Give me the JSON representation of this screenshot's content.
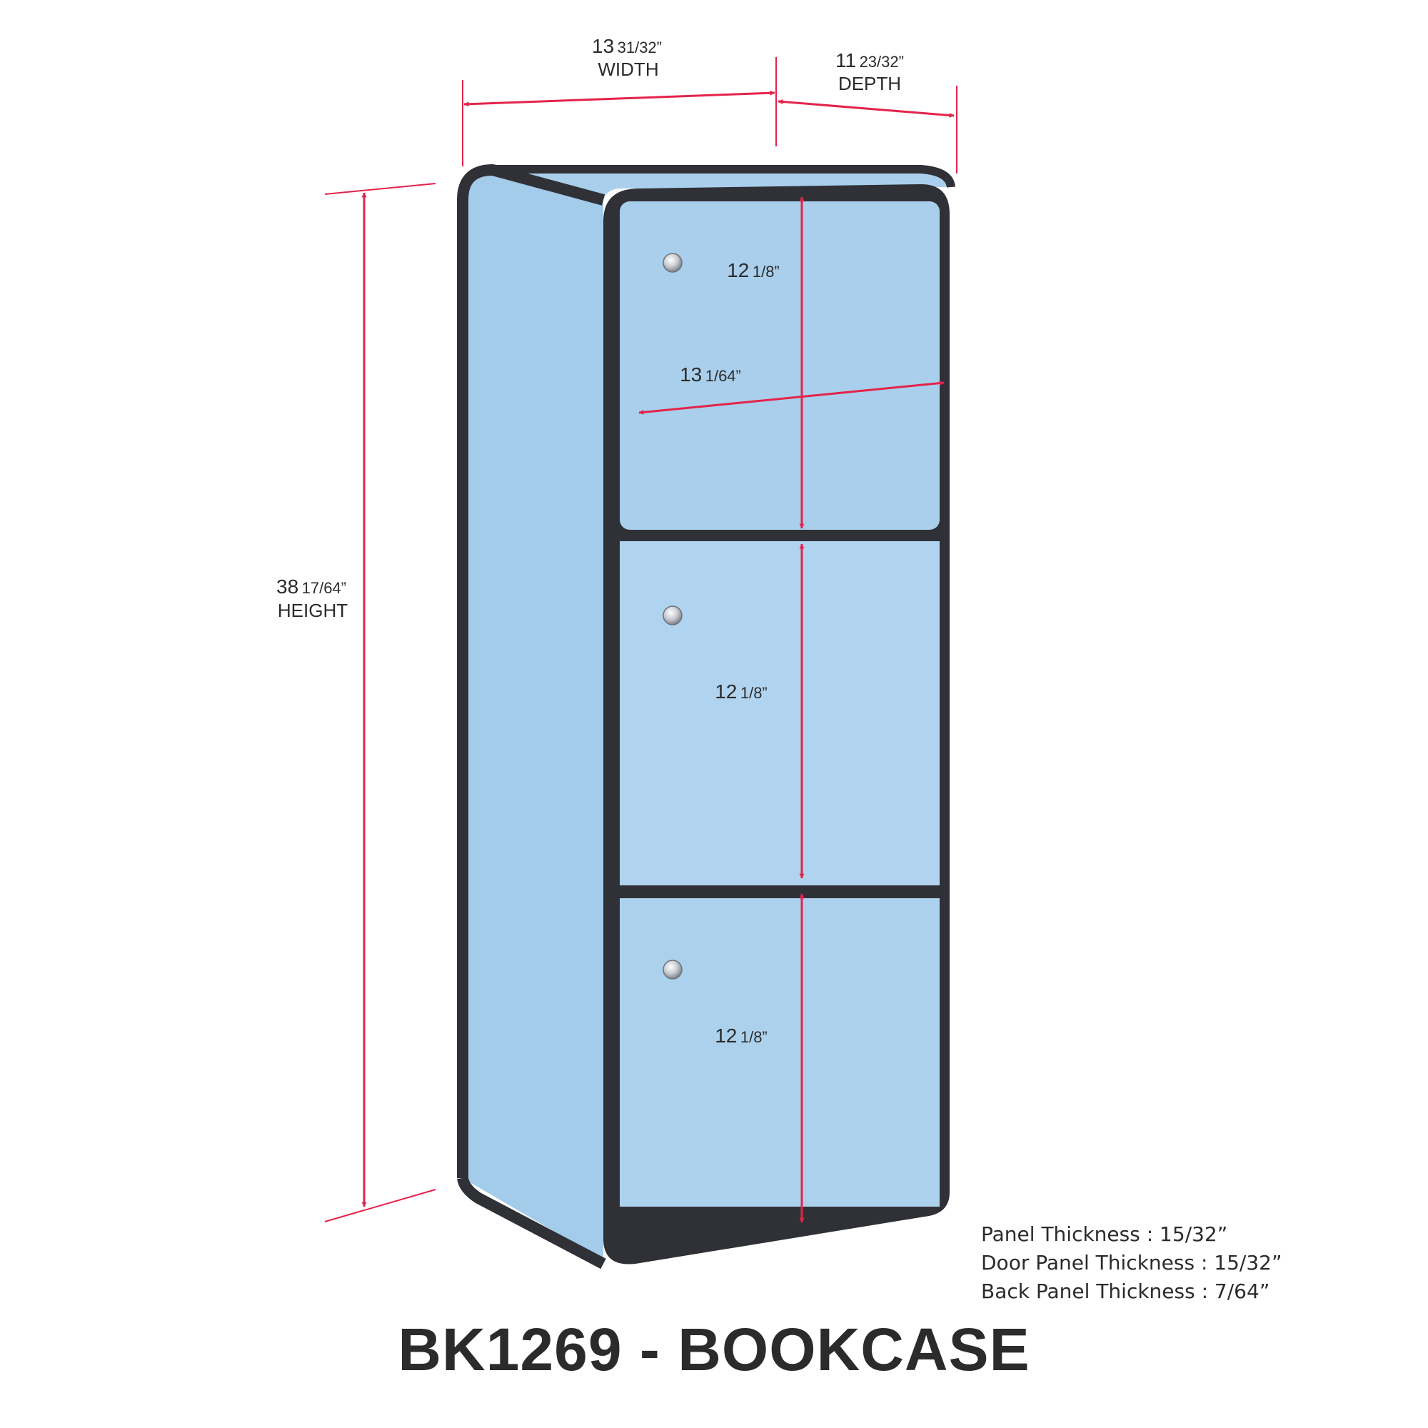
{
  "colors": {
    "panel_blue": "#a9cfec",
    "panel_blue_light": "#b7daf3",
    "frame": "#2f3137",
    "dimension_red": "#e4234a",
    "text": "#2b2b2b"
  },
  "dimensions": {
    "width": {
      "value": "13",
      "fraction": "31/32”",
      "word": "WIDTH"
    },
    "depth": {
      "value": "11",
      "fraction": "23/32”",
      "word": "DEPTH"
    },
    "height": {
      "value": "38",
      "fraction": "17/64”",
      "word": "HEIGHT"
    },
    "inner_width": {
      "value": "13",
      "fraction": "1/64”"
    },
    "compartments": [
      {
        "value": "12",
        "fraction": "1/8”"
      },
      {
        "value": "12",
        "fraction": "1/8”"
      },
      {
        "value": "12",
        "fraction": "1/8”"
      }
    ]
  },
  "specs": [
    "Panel Thickness : 15/32”",
    "Door Panel Thickness : 15/32”",
    "Back Panel Thickness : 7/64”"
  ],
  "title": "BK1269 - BOOKCASE",
  "icons": [
    "door-knob-icon"
  ]
}
